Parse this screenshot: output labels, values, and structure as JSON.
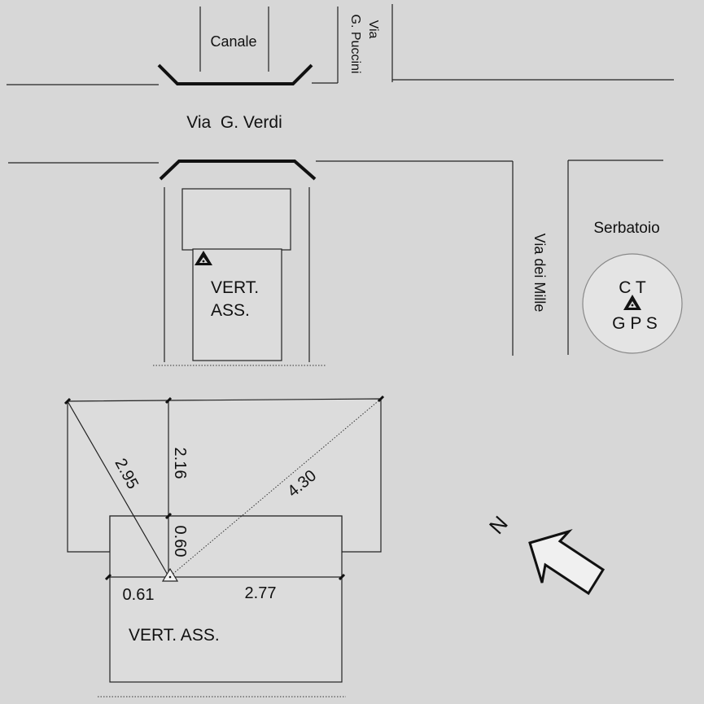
{
  "map": {
    "canal_label": "Canale",
    "via_puccini_line1": "Via",
    "via_puccini_line2": "G. Puccini",
    "via_verdi_label": "Via  G. Verdi",
    "via_mille_label": "Via dei Mille",
    "serbatoio_label": "Serbatoio",
    "ct_label": "C T",
    "gps_label": "G P S",
    "building_top_label_line1": "VERT.",
    "building_top_label_line2": "ASS."
  },
  "detail": {
    "building_label": "VERT. ASS.",
    "dimensions": {
      "diag_left": "2.95",
      "vertical_upper": "2.16",
      "diag_right": "4.30",
      "vertical_lower": "0.60",
      "horizontal_left": "0.61",
      "horizontal_right": "2.77"
    }
  },
  "north_label": "N",
  "colors": {
    "background": "#d7d7d7",
    "line": "#111111",
    "circle_fill": "#e4e4e4"
  }
}
